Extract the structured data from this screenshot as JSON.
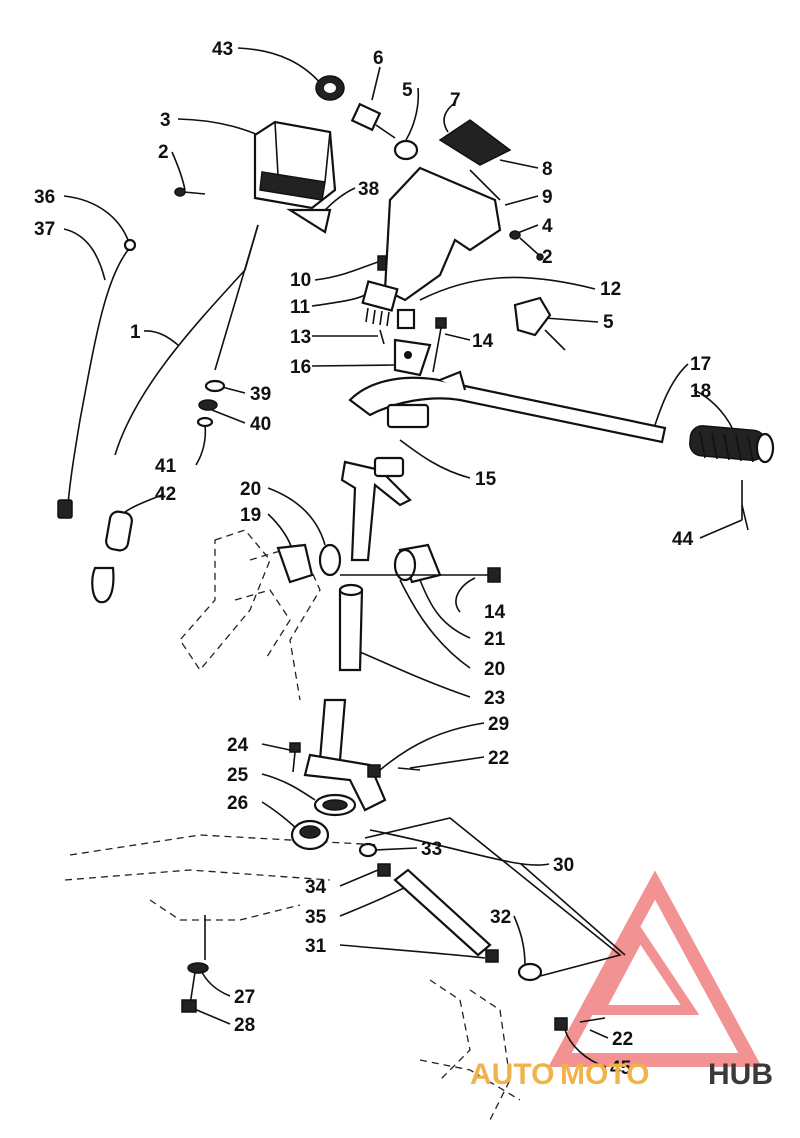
{
  "callouts": [
    {
      "id": "c43a",
      "text": "43"
    },
    {
      "id": "c6",
      "text": "6"
    },
    {
      "id": "c5a",
      "text": "5"
    },
    {
      "id": "c7",
      "text": "7"
    },
    {
      "id": "c3",
      "text": "3"
    },
    {
      "id": "c2a",
      "text": "2"
    },
    {
      "id": "c8",
      "text": "8"
    },
    {
      "id": "c9",
      "text": "9"
    },
    {
      "id": "c36",
      "text": "36"
    },
    {
      "id": "c37",
      "text": "37"
    },
    {
      "id": "c38",
      "text": "38"
    },
    {
      "id": "c4",
      "text": "4"
    },
    {
      "id": "c2b",
      "text": "2"
    },
    {
      "id": "c10",
      "text": "10"
    },
    {
      "id": "c12",
      "text": "12"
    },
    {
      "id": "c11",
      "text": "11"
    },
    {
      "id": "c5b",
      "text": "5"
    },
    {
      "id": "c1",
      "text": "1"
    },
    {
      "id": "c13",
      "text": "13"
    },
    {
      "id": "c14a",
      "text": "14"
    },
    {
      "id": "c16",
      "text": "16"
    },
    {
      "id": "c17",
      "text": "17"
    },
    {
      "id": "c18",
      "text": "18"
    },
    {
      "id": "c39",
      "text": "39"
    },
    {
      "id": "c40",
      "text": "40"
    },
    {
      "id": "c41",
      "text": "41"
    },
    {
      "id": "c15",
      "text": "15"
    },
    {
      "id": "c42",
      "text": "42"
    },
    {
      "id": "c20a",
      "text": "20"
    },
    {
      "id": "c19",
      "text": "19"
    },
    {
      "id": "c44",
      "text": "44"
    },
    {
      "id": "c14b",
      "text": "14"
    },
    {
      "id": "c21",
      "text": "21"
    },
    {
      "id": "c20b",
      "text": "20"
    },
    {
      "id": "c23",
      "text": "23"
    },
    {
      "id": "c29",
      "text": "29"
    },
    {
      "id": "c24",
      "text": "24"
    },
    {
      "id": "c22a",
      "text": "22"
    },
    {
      "id": "c25",
      "text": "25"
    },
    {
      "id": "c26",
      "text": "26"
    },
    {
      "id": "c33",
      "text": "33"
    },
    {
      "id": "c30",
      "text": "30"
    },
    {
      "id": "c34",
      "text": "34"
    },
    {
      "id": "c35",
      "text": "35"
    },
    {
      "id": "c32",
      "text": "32"
    },
    {
      "id": "c31",
      "text": "31"
    },
    {
      "id": "c27",
      "text": "27"
    },
    {
      "id": "c28",
      "text": "28"
    },
    {
      "id": "c22b",
      "text": "22"
    },
    {
      "id": "c45",
      "text": "45"
    }
  ],
  "watermark": {
    "word_a": "AUTO",
    "word_b": "MOTO",
    "word_c": "HUB",
    "color_a": "#f2b24a",
    "color_c": "#3a3a3a",
    "triangle_color": "#f08080"
  }
}
